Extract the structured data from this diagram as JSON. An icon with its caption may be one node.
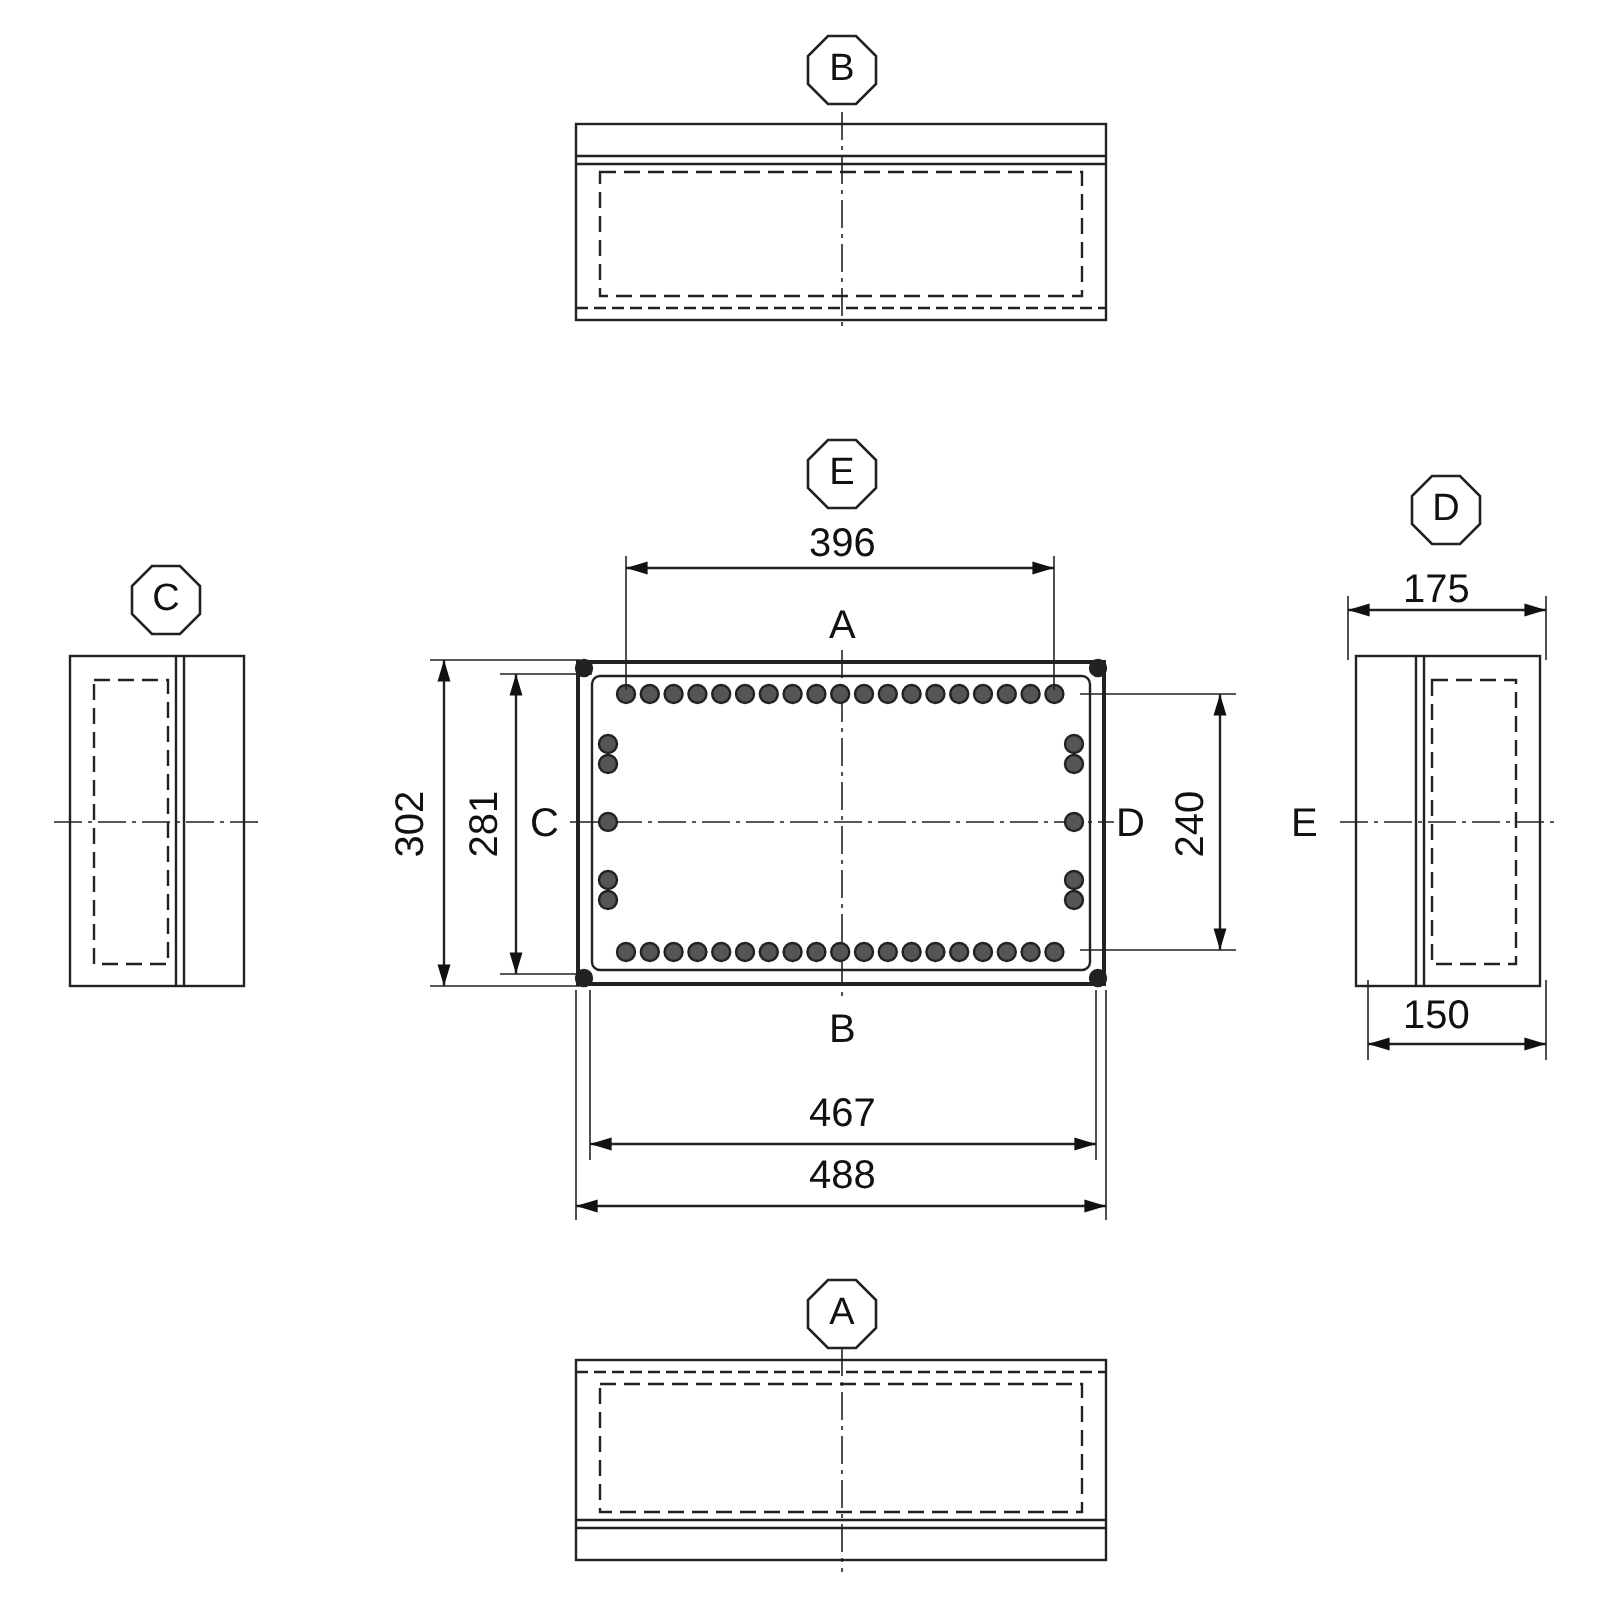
{
  "diagram": {
    "nodes": [
      {
        "text": [
          "B"
        ]
      },
      {
        "text": [
          "E"
        ]
      },
      {
        "text": [
          "D"
        ]
      },
      {
        "text": [
          "C"
        ]
      },
      {
        "text": [
          "A"
        ]
      }
    ],
    "edges": [],
    "labels": [
      "396",
      "175",
      "A",
      "302",
      "281",
      "C",
      "D",
      "240",
      "E",
      "150",
      "B",
      "467",
      "488"
    ]
  }
}
